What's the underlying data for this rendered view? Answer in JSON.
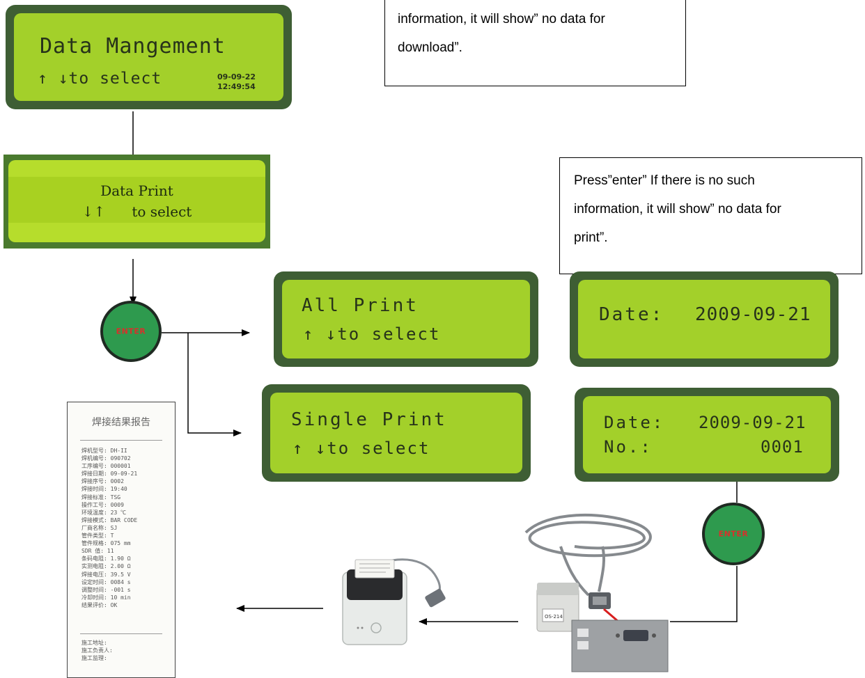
{
  "screens": {
    "data_management": {
      "title": "Data Mangement",
      "hint": "↑ ↓to select",
      "date": "09-09-22",
      "time": "12:49:54"
    },
    "data_print": {
      "title": "Data Print",
      "hint": "↓↑      to select"
    },
    "all_print": {
      "title": "All Print",
      "hint": "↑ ↓to select"
    },
    "single_print": {
      "title": "Single Print",
      "hint": "↑ ↓to select"
    },
    "date_screen": {
      "label": "Date:",
      "value": "2009-09-21"
    },
    "date_no_screen": {
      "date_label": "Date:",
      "date_value": "2009-09-21",
      "no_label": "No.:",
      "no_value": "0001"
    }
  },
  "notes": {
    "download": {
      "line1": "information, it will show” no data for",
      "line2": "download”."
    },
    "print": {
      "line1": "Press”enter” If there is no such",
      "line2": "information, it will show” no data for",
      "line3": "print”."
    }
  },
  "buttons": {
    "enter_label": "ENTER"
  },
  "device_labels": {
    "printer_sticker": "OS-214"
  },
  "receipt": {
    "title": "焊接结果报告",
    "rows": [
      "焊机型号: DH-II",
      "焊机编号: 090702",
      "工序编号: 000001",
      "焊接日期: 09-09-21",
      "焊接序号: 0002",
      "焊接时间: 19:40",
      "焊接标准: TSG",
      "操作工号: 0009",
      "环境温度: 23     ℃",
      "焊接模式: BAR CODE",
      "厂商名称: SJ",
      "管件类型: T",
      "管件规格: 075    mm",
      "SDR  值: 11",
      "条码电阻: 1.90    Ω",
      "实测电阻: 2.00    Ω",
      "焊接电压: 39.5    V",
      "设定时间: 0084    s",
      "调整时间: -001    s",
      "冷却时间: 10     min",
      "结果评价: OK"
    ],
    "footer": [
      "施工地址:",
      "施工负责人:",
      "施工监理:"
    ]
  },
  "colors": {
    "lcd_frame": "#3e5e34",
    "lcd_screen": "#a3d02a",
    "enter_red": "#d9302b",
    "enter_green": "#2e9a4e"
  }
}
